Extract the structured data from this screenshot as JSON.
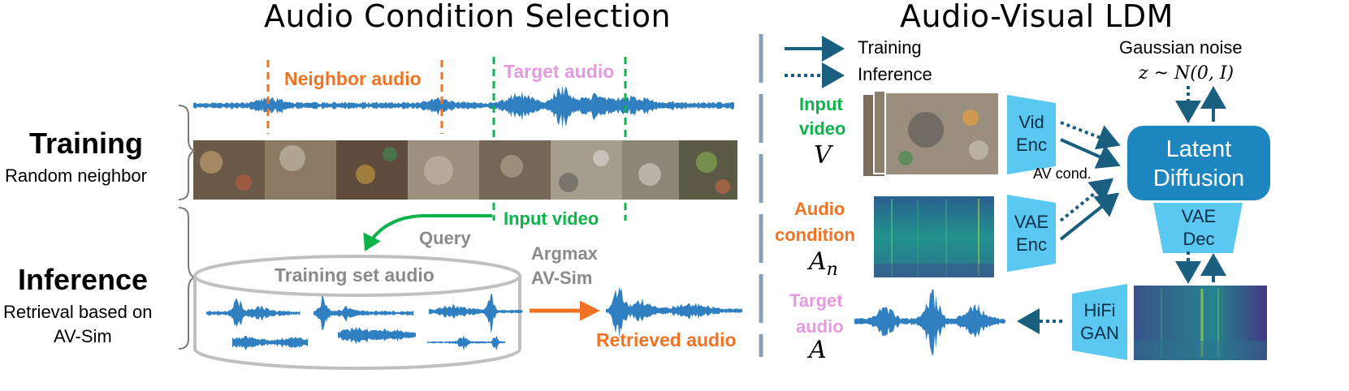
{
  "left": {
    "title": "Audio Condition Selection",
    "training": {
      "heading": "Training",
      "sub": "Random neighbor"
    },
    "inference": {
      "heading": "Inference",
      "sub_line1": "Retrieval based on",
      "sub_line2": "AV-Sim"
    },
    "neighbor_audio": "Neighbor audio",
    "target_audio": "Target audio",
    "input_video": "Input video",
    "query": "Query",
    "training_set_audio": "Training set audio",
    "argmax_line1": "Argmax",
    "argmax_line2": "AV-Sim",
    "retrieved_audio": "Retrieved audio"
  },
  "right": {
    "title": "Audio-Visual LDM",
    "legend": {
      "training": "Training",
      "inference": "Inference"
    },
    "gaussian_noise": "Gaussian noise",
    "noise_formula": "z ~ N(0, I)",
    "input_video_line1": "Input",
    "input_video_line2": "video",
    "input_video_symbol": "V",
    "audio_condition_line1": "Audio",
    "audio_condition_line2": "condition",
    "audio_condition_symbol": "A",
    "audio_condition_subscript": "n",
    "target_audio_line1": "Target",
    "target_audio_line2": "audio",
    "target_audio_symbol": "A",
    "vid_enc": {
      "line1": "Vid",
      "line2": "Enc"
    },
    "vae_enc": {
      "line1": "VAE",
      "line2": "Enc"
    },
    "vae_dec": {
      "line1": "VAE",
      "line2": "Dec"
    },
    "hifi_gan": {
      "line1": "HiFi",
      "line2": "GAN"
    },
    "latent_diffusion": {
      "line1": "Latent",
      "line2": "Diffusion"
    },
    "av_cond": "AV cond."
  },
  "colors": {
    "waveform": "#2f7fc1",
    "arrow": "#1a5e80",
    "block": "#5ac8f0",
    "latent": "#1d86bf",
    "orange": "#f07324",
    "pink": "#e59adf",
    "green": "#0bb34a",
    "gray": "#8a8a8a"
  }
}
